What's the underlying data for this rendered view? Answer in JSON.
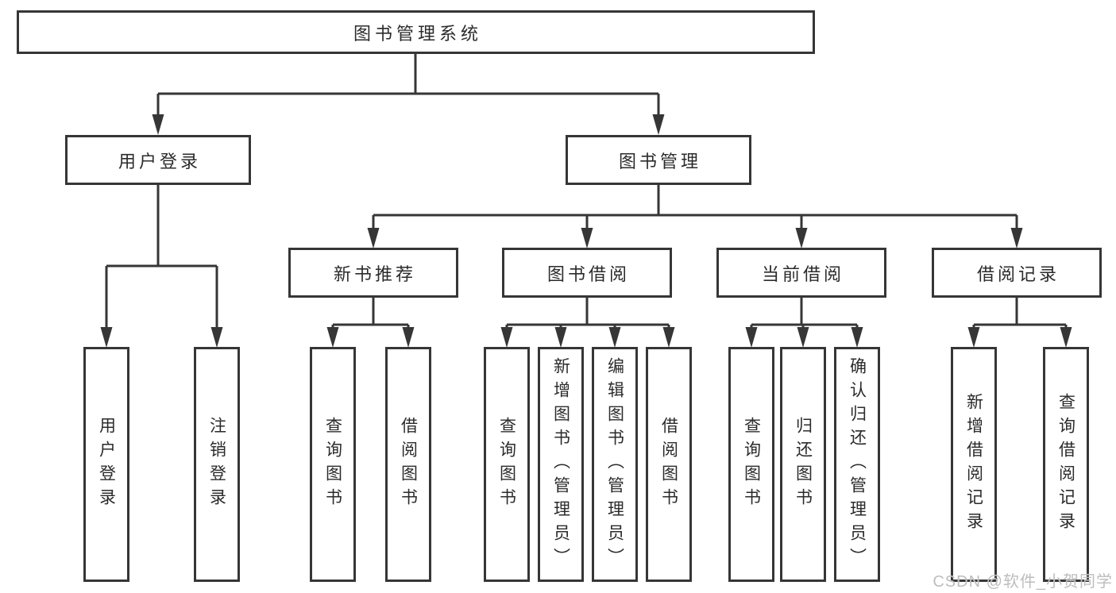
{
  "tree": {
    "root": "图书管理系统",
    "branches": [
      {
        "label": "用户登录",
        "children": [
          "用户登录",
          "注销登录"
        ]
      },
      {
        "label": "图书管理",
        "sections": [
          {
            "label": "新书推荐",
            "children": [
              "查询图书",
              "借阅图书"
            ]
          },
          {
            "label": "图书借阅",
            "children": [
              "查询图书",
              "新增图书（管理员）",
              "编辑图书（管理员）",
              "借阅图书"
            ]
          },
          {
            "label": "当前借阅",
            "children": [
              "查询图书",
              "归还图书",
              "确认归还（管理员）"
            ]
          },
          {
            "label": "借阅记录",
            "children": [
              "新增借阅记录",
              "查询借阅记录"
            ]
          }
        ]
      }
    ]
  },
  "watermark": "CSDN @软件_小贺同学",
  "colors": {
    "line": "#363636",
    "text": "#2b2b2b",
    "watermark": "#bdbdbd",
    "background": "#ffffff"
  }
}
